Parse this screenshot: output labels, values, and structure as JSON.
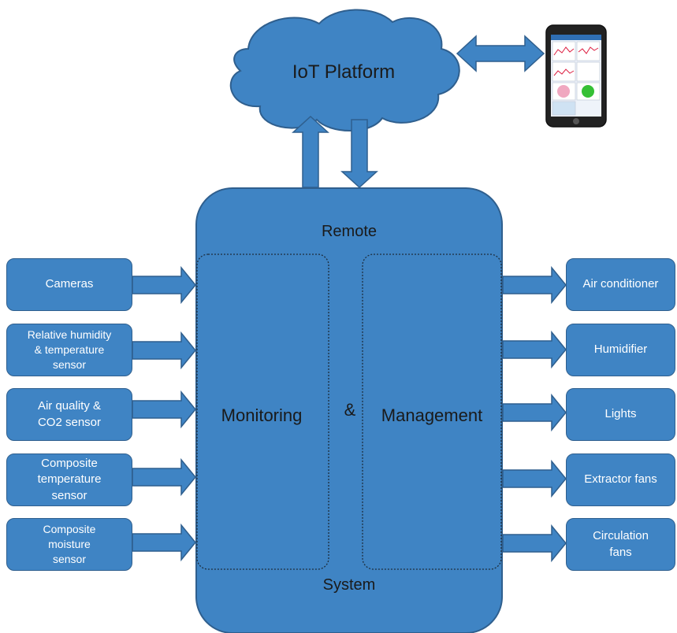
{
  "colors": {
    "fill": "#3f84c4",
    "stroke": "#2f5f8e",
    "text": "#1a1a1a",
    "box_text": "#ffffff"
  },
  "cloud": {
    "label": "IoT Platform"
  },
  "phone": {
    "icon": "smartphone-dashboard-icon"
  },
  "system": {
    "top_label": "Remote",
    "bottom_label": "System",
    "left_label": "Monitoring",
    "middle_label": "&",
    "right_label": "Management"
  },
  "inputs": [
    {
      "label": "Cameras"
    },
    {
      "label": "Relative humidity\n& temperature\nsensor"
    },
    {
      "label": "Air quality &\nCO2 sensor"
    },
    {
      "label": "Composite\ntemperature\nsensor"
    },
    {
      "label": "Composite\nmoisture\nsensor"
    }
  ],
  "outputs": [
    {
      "label": "Air conditioner"
    },
    {
      "label": "Humidifier"
    },
    {
      "label": "Lights"
    },
    {
      "label": "Extractor fans"
    },
    {
      "label": "Circulation\nfans"
    }
  ]
}
